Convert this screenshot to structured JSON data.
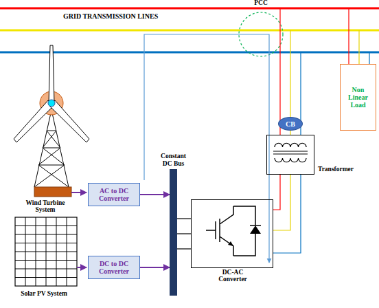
{
  "diagram": {
    "nodes": [
      {
        "text": [
          "Non Linear Load"
        ]
      },
      {
        "text": [
          "CB"
        ]
      },
      {
        "text": [
          "Transformer"
        ]
      },
      {
        "text": [
          "Constant DC Bus"
        ]
      },
      {
        "text": [
          "AC to DC Converter"
        ]
      },
      {
        "text": [
          "DC-AC Converter"
        ]
      },
      {
        "text": [
          "DC to DC Converter"
        ]
      }
    ],
    "edges": [
      {
        "from": 4,
        "to": 3,
        "arrow": "to"
      },
      {
        "from": 6,
        "to": 3,
        "arrow": "to"
      },
      {
        "from": 3,
        "to": 5,
        "arrow": "none"
      },
      {
        "from": 1,
        "to": 2,
        "arrow": "none"
      },
      {
        "from": 2,
        "to": 5,
        "arrow": "none"
      }
    ],
    "labels": [
      "PCC",
      "GRID TRANSMISSION LINES",
      "Wind Turbine System",
      "Solar PV System"
    ]
  }
}
